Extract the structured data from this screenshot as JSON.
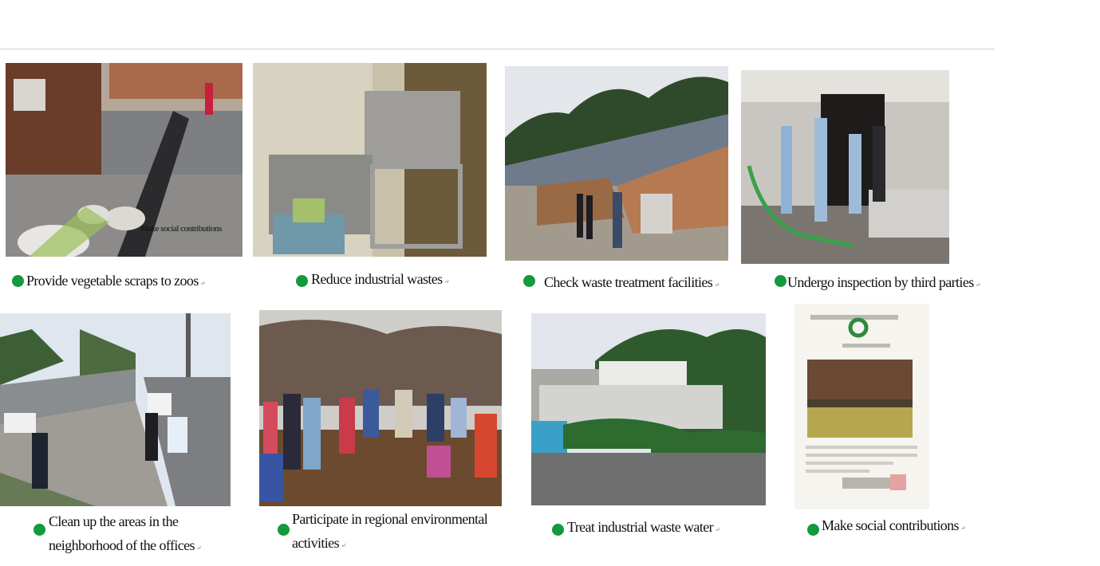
{
  "photos": [
    {
      "caption": "Provide vegetable scraps to zoos",
      "icon": "goats-photo"
    },
    {
      "caption": "Reduce industrial wastes",
      "icon": "crusher-machine-photo"
    },
    {
      "caption": "Check waste treatment facilities",
      "icon": "demolition-site-photo"
    },
    {
      "caption": "Undergo inspection by third parties",
      "icon": "inspection-photo"
    },
    {
      "caption_line1": "Clean up the areas in the",
      "caption_line2": "neighborhood of the offices",
      "icon": "street-cleanup-photo"
    },
    {
      "caption_line1": "Participate in regional environmental",
      "caption_line2": "activities",
      "icon": "planting-photo"
    },
    {
      "caption": "Treat industrial waste water",
      "icon": "treatment-plant-photo"
    },
    {
      "caption": "Make social contributions",
      "icon": "certificate-photo"
    }
  ],
  "overlay_label": "Make social contributions",
  "return_mark": "↵",
  "colors": {
    "bullet": "#129a3c",
    "rule": "#cfcfcf"
  }
}
